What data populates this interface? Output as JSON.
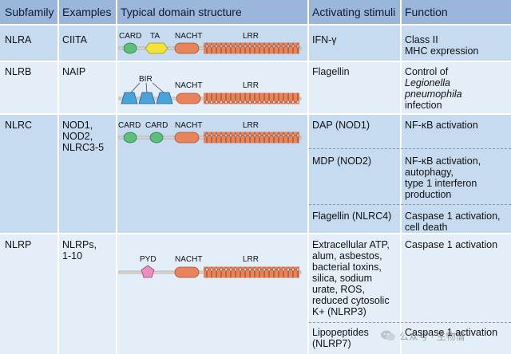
{
  "headers": {
    "subfamily": "Subfamily",
    "examples": "Examples",
    "domain_structure": "Typical domain structure",
    "stimuli": "Activating stimuli",
    "function": "Function"
  },
  "rows": {
    "nlra": {
      "subfamily": "NLRA",
      "examples": "CIITA",
      "domain_labels": {
        "card": "CARD",
        "ta": "TA",
        "nacht": "NACHT",
        "lrr": "LRR"
      },
      "stimuli": "IFN-γ",
      "function_line1": "Class II",
      "function_line2": "MHC expression"
    },
    "nlrb": {
      "subfamily": "NLRB",
      "examples": "NAIP",
      "domain_labels": {
        "bir": "BIR",
        "nacht": "NACHT",
        "lrr": "LRR"
      },
      "stimuli": "Flagellin",
      "function_line1": "Control of",
      "function_line2": "Legionella",
      "function_line3": "pneumophila",
      "function_line4": "infection"
    },
    "nlrc": {
      "subfamily": "NLRC",
      "examples_line1": "NOD1,",
      "examples_line2": "NOD2,",
      "examples_line3": "NLRC3-5",
      "domain_labels": {
        "card1": "CARD",
        "card2": "CARD",
        "nacht": "NACHT",
        "lrr": "LRR"
      },
      "sub": [
        {
          "stimuli": "DAP (NOD1)",
          "function": [
            "NF-κB activation"
          ]
        },
        {
          "stimuli": "MDP (NOD2)",
          "function": [
            "NF-κB activation,",
            "autophagy,",
            "type 1 interferon",
            "production"
          ]
        },
        {
          "stimuli": "Flagellin (NLRC4)",
          "function": [
            "Caspase 1 activation,",
            "cell death"
          ]
        }
      ]
    },
    "nlrp": {
      "subfamily": "NLRP",
      "examples_line1": "NLRPs,",
      "examples_line2": "1-10",
      "domain_labels": {
        "pyd": "PYD",
        "nacht": "NACHT",
        "lrr": "LRR"
      },
      "sub": [
        {
          "stimuli": [
            "Extracellular ATP,",
            "alum, asbestos,",
            "bacterial toxins,",
            "silica, sodium",
            "urate, ROS,",
            "reduced cytosolic",
            "K+ (NLRP3)"
          ],
          "function": [
            "Caspase 1 activation"
          ]
        },
        {
          "stimuli": [
            "Lipopeptides",
            "(NLRP7)"
          ],
          "function": [
            "Caspase 1 activation"
          ]
        }
      ]
    }
  },
  "watermark": "公众号 · 生物僧",
  "colors": {
    "header": "#9ab6da",
    "row_dark": "#c6daf0",
    "row_light": "#e4eef9",
    "nacht": "#e8845c",
    "lrr": "#e8845c",
    "card": "#5cbf7c",
    "ta": "#f2e23a",
    "bir": "#4aa3d8",
    "pyd": "#e88fbf"
  }
}
